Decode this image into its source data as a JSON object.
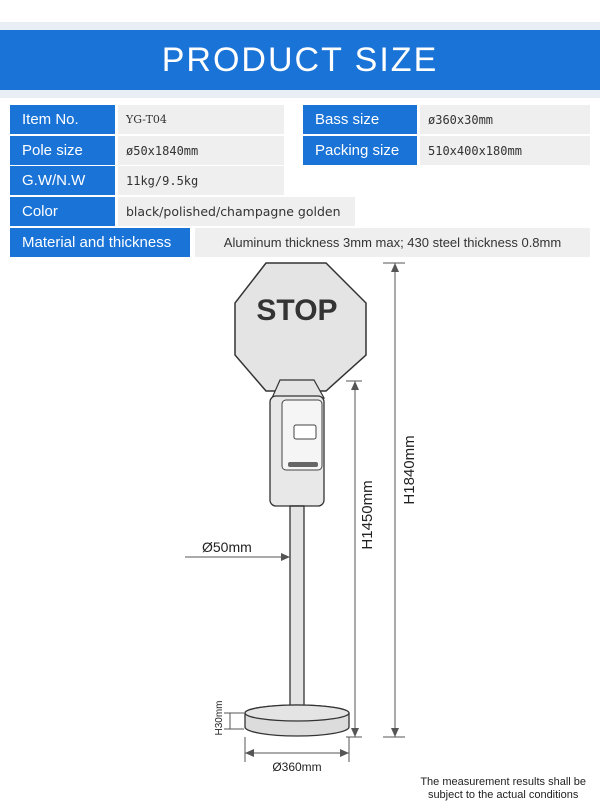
{
  "banner": {
    "title": "PRODUCT SIZE"
  },
  "specs": {
    "item_no": {
      "label": "Item No.",
      "value": "YG-T04"
    },
    "pole_size": {
      "label": "Pole size",
      "value": "ø50x1840mm"
    },
    "gw_nw": {
      "label": "G.W/N.W",
      "value": "11kg/9.5kg"
    },
    "color": {
      "label": "Color",
      "value": "black/polished/champagne golden"
    },
    "material": {
      "label": "Material and thickness",
      "value": "Aluminum thickness 3mm max; 430 steel thickness 0.8mm"
    },
    "base_size": {
      "label": "Bass size",
      "value": "ø360x30mm"
    },
    "packing_size": {
      "label": "Packing size",
      "value": "510x400x180mm"
    }
  },
  "drawing": {
    "sign_text": "STOP",
    "dim_height_total": "H1840mm",
    "dim_height_pole": "H1450mm",
    "dim_pole_diameter": "Ø50mm",
    "dim_base_height": "H30mm",
    "dim_base_diameter": "Ø360mm"
  },
  "footer": {
    "note_line1": "The measurement results shall be",
    "note_line2": "subject to the actual conditions"
  },
  "colors": {
    "accent": "#1a73d6",
    "cell": "#efefef"
  }
}
